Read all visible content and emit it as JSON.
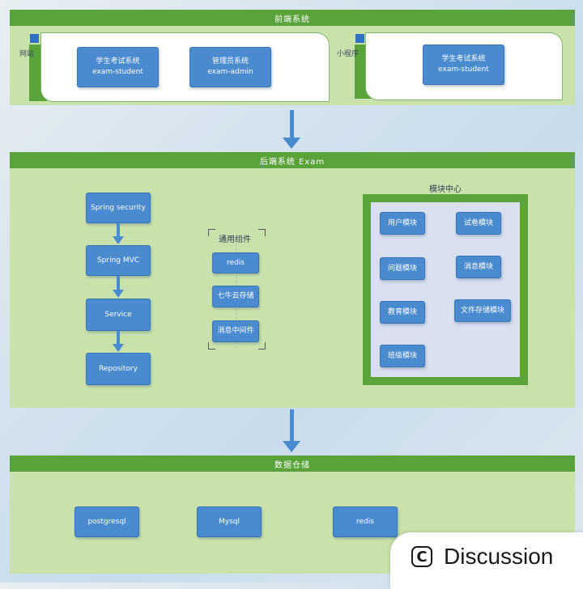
{
  "frontend": {
    "title": "前端系统",
    "website_label": "网站",
    "miniapp_label": "小程序",
    "student_title": "学生考试系统",
    "student_sub": "exam-student",
    "admin_title": "管理员系统",
    "admin_sub": "exam-admin",
    "mini_student_title": "学生考试系统",
    "mini_student_sub": "exam-student"
  },
  "backend": {
    "title": "后端系统 Exam",
    "stack": [
      "Spring security",
      "Spring MVC",
      "Service",
      "Repository"
    ],
    "common_title": "通用组件",
    "common_items": [
      "redis",
      "七牛云存储",
      "消息中间件"
    ],
    "module_title": "模块中心",
    "modules": [
      "用户模块",
      "试卷模块",
      "问题模块",
      "消息模块",
      "教育模块",
      "文件存储模块",
      "班级模块"
    ]
  },
  "storage": {
    "title": "数据仓储",
    "items": [
      "postgresql",
      "Mysql",
      "redis"
    ]
  },
  "badge": {
    "icon": "c-icon",
    "text": "Discussion"
  },
  "colors": {
    "bar_green": "#5aa23a",
    "panel_green": "#c9e2ac",
    "box_blue": "#4a8bd0"
  }
}
